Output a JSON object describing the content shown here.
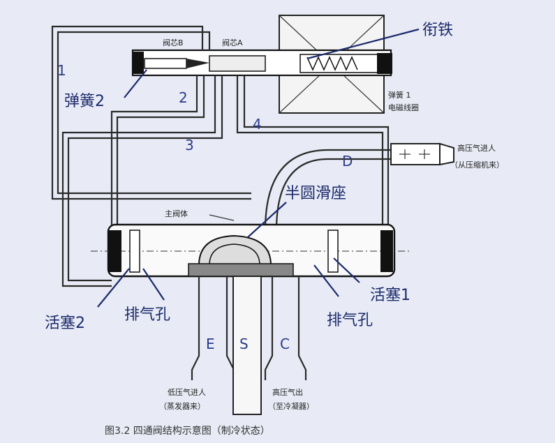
{
  "labels": {
    "xiantie": "衔铁",
    "tanhuang2": "弹簧2",
    "tanhuang1": "弹簧 1",
    "dianci": "电磁线圈",
    "fanxinB": "阀芯B",
    "fanxinA": "阀芯A",
    "num1": "1",
    "num2": "2",
    "num3": "3",
    "num4": "4",
    "D": "D",
    "E": "E",
    "S": "S",
    "C": "C",
    "gaoya_in_1": "高压气进人",
    "gaoya_in_2": "（从压缩机来）",
    "banyuan": "半圆滑座",
    "zhufati": "主阀体",
    "huosai1": "活塞1",
    "huosai2": "活塞2",
    "paiqi_left": "排气孔",
    "paiqi_right": "排气孔",
    "diya_1": "低压气进人",
    "diya_2": "（蒸发器来）",
    "gaoya_out_1": "高压气出",
    "gaoya_out_2": "（至冷凝器）"
  },
  "caption": "图3.2  四通阀结构示意图（制冷状态）",
  "colors": {
    "background": "#e8ebf5",
    "label_blue": "#1b2a6b",
    "line": "#2a2a2a"
  }
}
